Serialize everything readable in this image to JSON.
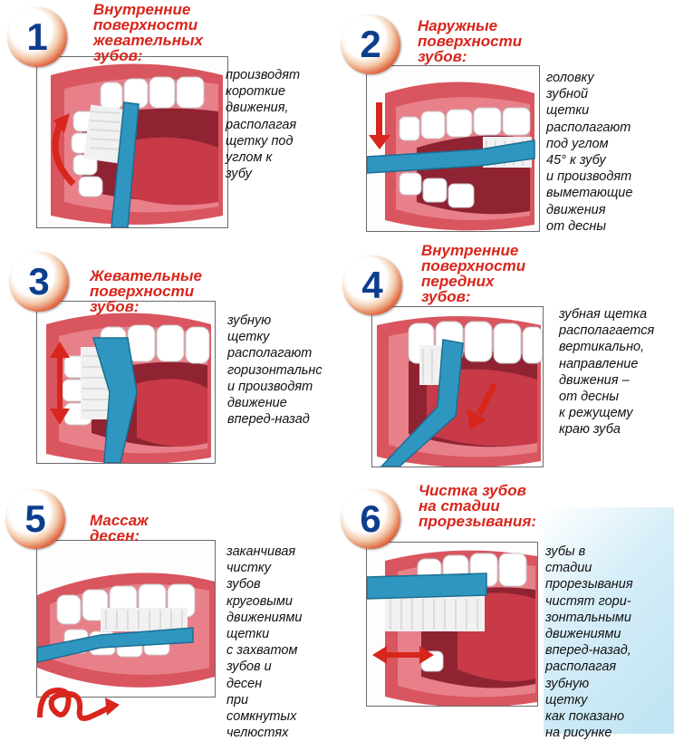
{
  "steps": [
    {
      "number": "1",
      "title": "Внутренние\nповерхности\nжевательных зубов:",
      "description": "производят\nкороткие\nдвижения,\nрасполагая\nщетку под\nуглом к зубу"
    },
    {
      "number": "2",
      "title": "Наружные\nповерхности зубов:",
      "description": "головку\nзубной щетки\nрасполагают\nпод углом\n45° к зубу\nи производят\nвыметающие\nдвижения\nот десны"
    },
    {
      "number": "3",
      "title": "Жевательные\nповерхности зубов:",
      "description": "зубную\nщетку\nрасполагают\nгоризонтальнс\nи производят\nдвижение\nвперед-назад"
    },
    {
      "number": "4",
      "title": "Внутренние\nповерхности\nпередних зубов:",
      "description": "зубная щетка\nрасполагается\nвертикально,\nнаправление\nдвижения –\nот десны\nк режущему\nкраю зуба"
    },
    {
      "number": "5",
      "title": "Массаж десен:",
      "description": "заканчивая\nчистку зубов\nкруговыми\nдвижениями\nщетки\nс захватом\nзубов и десен\nпри сомкнутых\nчелюстях"
    },
    {
      "number": "6",
      "title": "Чистка зубов\nна стадии\nпрорезывания:",
      "description": "зубы в стадии\nпрорезывания\nчистят гори-\nзонтальными\nдвижениями\nвперед-назад,\nрасполагая\nзубную щетку\nкак показано\nна рисунке"
    }
  ],
  "colors": {
    "title": "#d8261c",
    "badge_number": "#0d3e8e",
    "brush": "#2f97bf",
    "lips": "#d9555f",
    "gum": "#e8808a",
    "tongue": "#c83a48",
    "arrow": "#d8261c"
  }
}
